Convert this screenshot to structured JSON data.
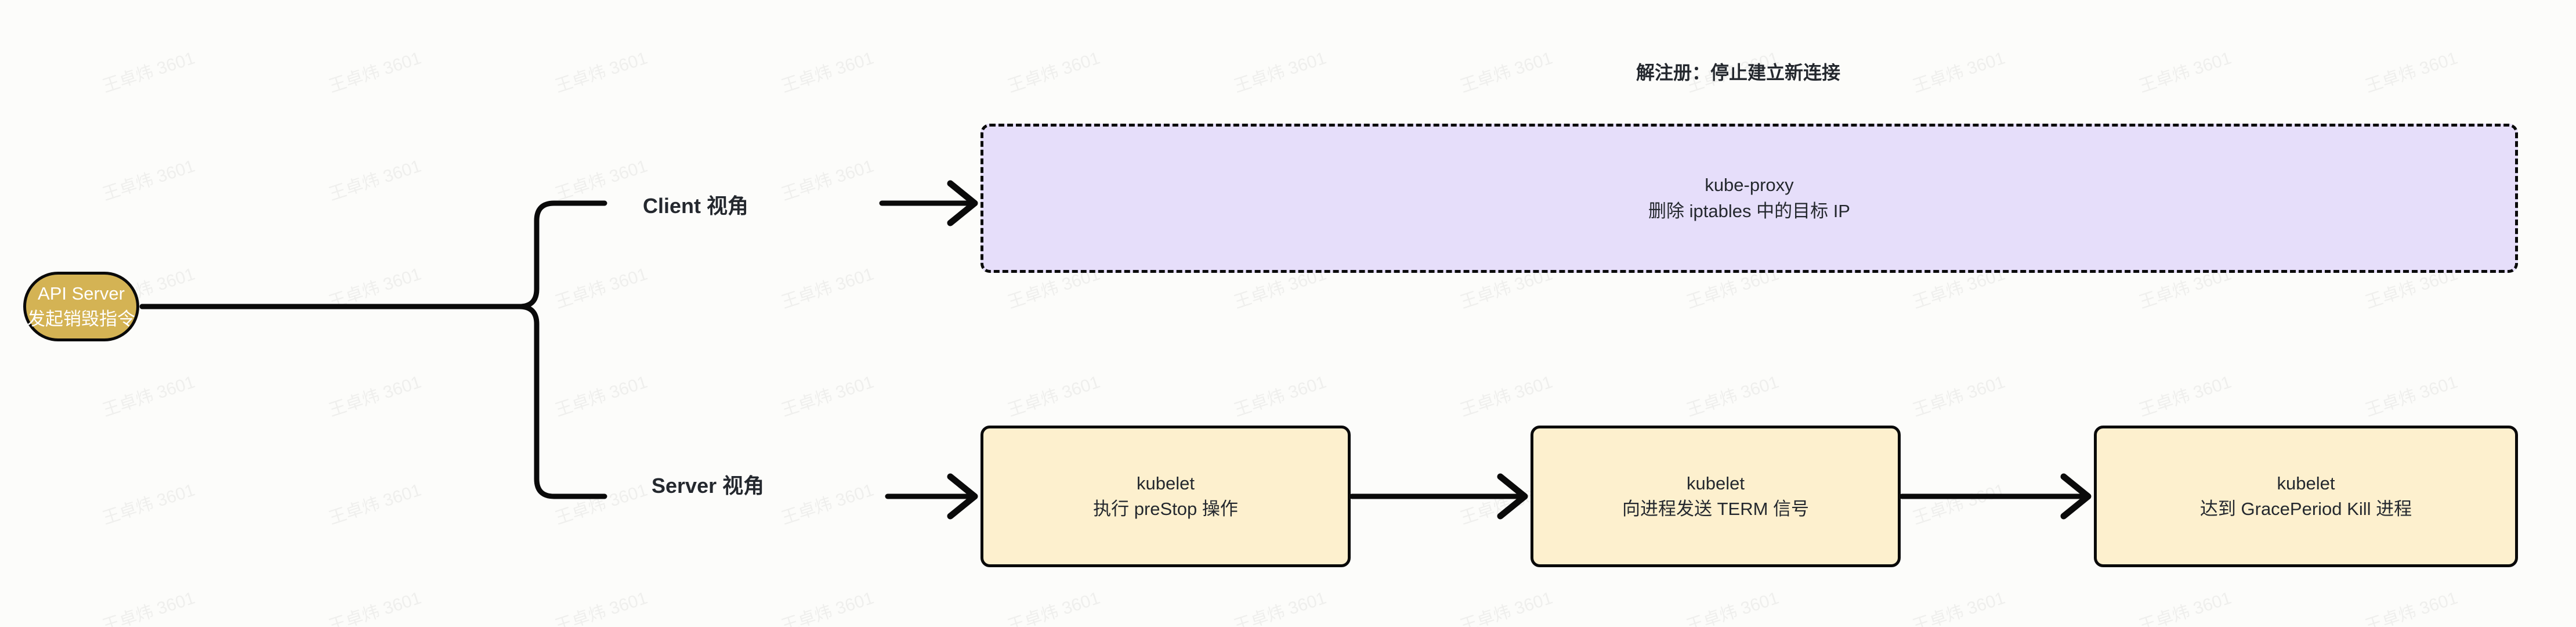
{
  "meta": {
    "watermark_text": "王卓炜 3601",
    "background_color": "#FCFCFA"
  },
  "colors": {
    "api_server_fill": "#D4B354",
    "api_server_text": "#FFFFFF",
    "kubelet_fill": "#FDF0CE",
    "kube_proxy_fill": "#E6DEFA",
    "stroke": "#0A0A0A",
    "body_text": "#24282E"
  },
  "title": {
    "deregister": "解注册：停止建立新连接"
  },
  "nodes": {
    "api_server": {
      "line1": "API Server",
      "line2": "发起销毁指令",
      "shape": "stadium"
    },
    "kube_proxy": {
      "line1": "kube-proxy",
      "line2": "删除 iptables 中的目标 IP",
      "shape": "dashed-rounded-rect"
    },
    "kubelet_prestop": {
      "line1": "kubelet",
      "line2": "执行 preStop 操作",
      "shape": "rounded-rect"
    },
    "kubelet_term": {
      "line1": "kubelet",
      "line2": "向进程发送 TERM 信号",
      "shape": "rounded-rect"
    },
    "kubelet_kill": {
      "line1": "kubelet",
      "line2": "达到 GracePeriod Kill 进程",
      "shape": "rounded-rect"
    }
  },
  "edges": {
    "client_view_label": "Client 视角",
    "server_view_label": "Server 视角"
  }
}
